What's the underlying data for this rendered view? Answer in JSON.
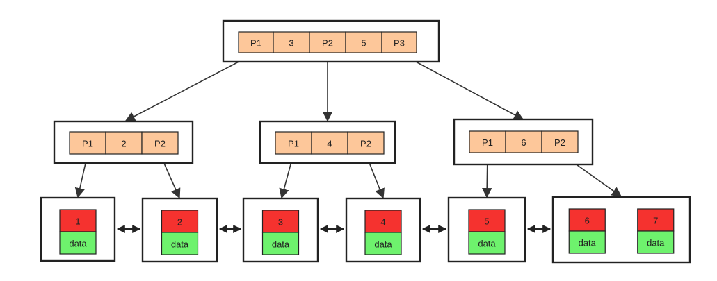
{
  "colors": {
    "pointer": "#fdc79a",
    "key": "#f5322f",
    "data": "#6ef26d",
    "border": "#222222"
  },
  "root": {
    "cells": [
      "P1",
      "3",
      "P2",
      "5",
      "P3"
    ]
  },
  "internal": [
    {
      "cells": [
        "P1",
        "2",
        "P2"
      ]
    },
    {
      "cells": [
        "P1",
        "4",
        "P2"
      ]
    },
    {
      "cells": [
        "P1",
        "6",
        "P2"
      ]
    }
  ],
  "leaves": [
    {
      "entries": [
        {
          "key": "1",
          "data": "data"
        }
      ]
    },
    {
      "entries": [
        {
          "key": "2",
          "data": "data"
        }
      ]
    },
    {
      "entries": [
        {
          "key": "3",
          "data": "data"
        }
      ]
    },
    {
      "entries": [
        {
          "key": "4",
          "data": "data"
        }
      ]
    },
    {
      "entries": [
        {
          "key": "5",
          "data": "data"
        }
      ]
    },
    {
      "entries": [
        {
          "key": "6",
          "data": "data"
        },
        {
          "key": "7",
          "data": "data"
        }
      ]
    }
  ]
}
